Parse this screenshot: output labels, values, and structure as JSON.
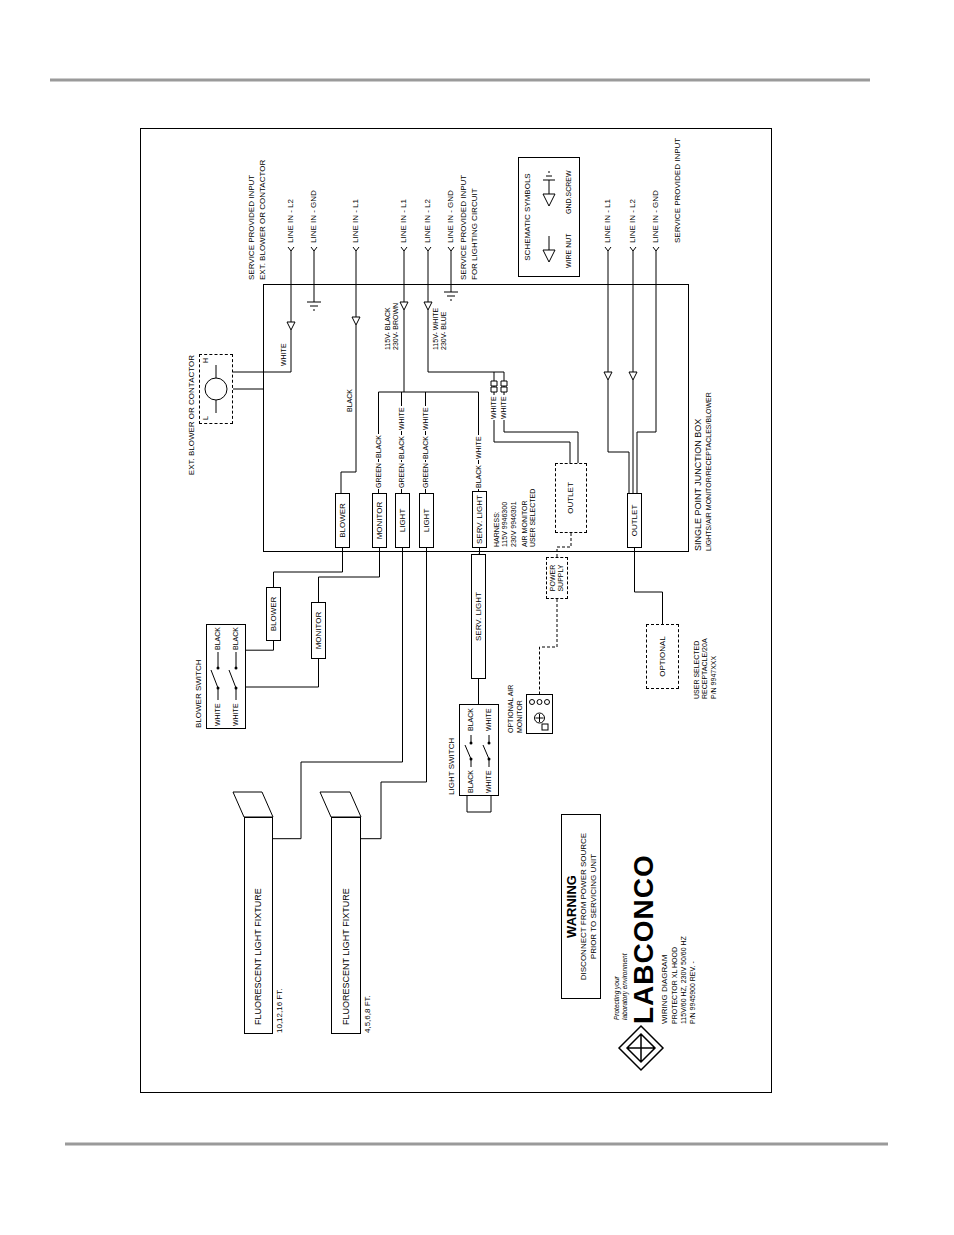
{
  "diagram": {
    "nodes": [
      {
        "text": [
          "SINGLE POINT JUNCTION BOX",
          "LIGHTS/AIR MONITOR/RECEPTACLES/BLOWER"
        ]
      },
      {
        "text": [
          "BLOWER"
        ],
        "in": 0
      },
      {
        "text": [
          "MONITOR"
        ],
        "in": 0
      },
      {
        "text": [
          "LIGHT"
        ],
        "in": 0
      },
      {
        "text": [
          "LIGHT"
        ],
        "in": 0
      },
      {
        "text": [
          "SERV. LIGHT"
        ],
        "in": 0
      },
      {
        "text": [
          "OUTLET"
        ],
        "in": 0
      },
      {
        "text": [
          "OUTLET"
        ],
        "in": 0
      },
      {
        "text": [
          "SCHEMATIC SYMBOLS",
          "WIRE NUT",
          "GND.SCREW"
        ]
      },
      {
        "text": [
          "EXT. BLOWER OR CONTACTOR",
          "H",
          "L"
        ]
      },
      {
        "text": [
          "BLOWER"
        ]
      },
      {
        "text": [
          "MONITOR"
        ]
      },
      {
        "text": [
          "SERV. LIGHT"
        ]
      },
      {
        "text": [
          "BLOWER SWITCH",
          "WHITE",
          "WHITE",
          "BLACK",
          "BLACK"
        ]
      },
      {
        "text": [
          "LIGHT SWITCH",
          "BLACK",
          "WHITE",
          "BLACK",
          "WHITE"
        ]
      },
      {
        "text": [
          "POWER SUPPLY"
        ]
      },
      {
        "text": [
          "OPTIONAL AIR MONITOR"
        ]
      },
      {
        "text": [
          "OPTIONAL"
        ]
      },
      {
        "text": [
          "FLUORESCENT LIGHT FIXTURE",
          "10,12,16 FT."
        ]
      },
      {
        "text": [
          "FLUORESCENT LIGHT FIXTURE",
          "4,5,6,8 FT."
        ]
      },
      {
        "text": [
          "WARNING",
          "DISCONNECT FROM POWER SOURCE PRIOR TO SERVICING UNIT"
        ]
      }
    ],
    "edges": [
      {
        "from": 1,
        "to": 10,
        "arrow": "none"
      },
      {
        "from": 10,
        "to": 13,
        "arrow": "none"
      },
      {
        "from": 2,
        "to": 11,
        "arrow": "none"
      },
      {
        "from": 11,
        "to": 13,
        "arrow": "none"
      },
      {
        "from": 3,
        "to": 18,
        "arrow": "none"
      },
      {
        "from": 4,
        "to": 19,
        "arrow": "none"
      },
      {
        "from": 5,
        "to": 12,
        "arrow": "none"
      },
      {
        "from": 12,
        "to": 14,
        "arrow": "none"
      },
      {
        "from": 6,
        "to": 15,
        "arrow": "none"
      },
      {
        "from": 15,
        "to": 16,
        "arrow": "none"
      },
      {
        "from": 7,
        "to": 17,
        "arrow": "none"
      },
      {
        "from": 9,
        "to": 0,
        "arrow": "none"
      }
    ],
    "labels": [
      "SERVICE PROVIDED INPUT",
      "EXT. BLOWER OR CONTACTOR",
      "LINE IN - L2",
      "LINE IN - GND",
      "LINE IN - L1",
      "LINE IN - L1",
      "LINE IN - L2",
      "LINE IN - GND",
      "SERVICE PROVIDED INPUT",
      "FOR LIGHTING CIRCUIT",
      "LINE IN - L1",
      "LINE IN - L2",
      "LINE IN - GND",
      "SERVICE PROVIDED INPUT",
      "WHITE",
      "BLACK",
      "115V- BLACK",
      "230V- BROWN",
      "115V- WHITE",
      "230V- BLUE",
      "GREEN",
      "BLACK",
      "GREEN",
      "BLACK",
      "WHITE",
      "GREEN",
      "BLACK",
      "WHITE",
      "BLACK",
      "WHITE",
      "WHITE",
      "WHITE",
      "HARNESS: 115V 9946300 230V 9946301",
      "AIR MONITOR USER SELECTED",
      "USER SELECTED RECEPTACLE/20A P/N 9947XXX",
      "Protecting your laboratory environment",
      "LABCONCO",
      "WIRING DIAGRAM",
      "PROTECTOR XL HOOD",
      "115V/60 HZ, 230V 50/60 HZ",
      "P/N 9945900 REV. -"
    ]
  }
}
